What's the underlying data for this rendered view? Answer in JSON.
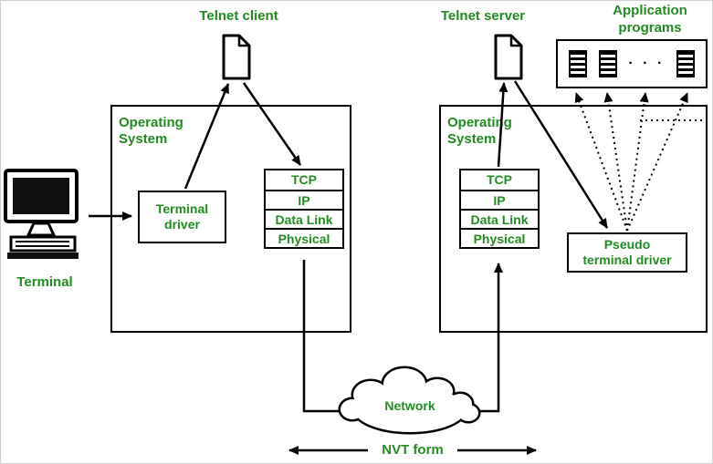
{
  "labels": {
    "telnet_client": "Telnet client",
    "telnet_server": "Telnet server",
    "terminal": "Terminal",
    "network": "Network",
    "nvt_form": "NVT form",
    "application_programs_lines": [
      "Application",
      "programs"
    ],
    "app_ellipsis": "· · ·"
  },
  "client": {
    "os_label_lines": [
      "Operating",
      "System"
    ],
    "terminal_driver_lines": [
      "Terminal",
      "driver"
    ],
    "stack_rows": [
      "TCP",
      "IP",
      "Data Link",
      "Physical"
    ]
  },
  "server": {
    "os_label_lines": [
      "Operating",
      "System"
    ],
    "pseudo_terminal_driver_lines": [
      "Pseudo",
      "terminal driver"
    ],
    "stack_rows": [
      "TCP",
      "IP",
      "Data Link",
      "Physical"
    ]
  },
  "icons": {
    "terminal_monitor": "desktop-monitor-shape",
    "telnet_client_file": "document-page-shape",
    "telnet_server_file": "document-page-shape",
    "application_program": "striped-stack-shape",
    "network_cloud": "cloud-shape"
  },
  "colors": {
    "text_green": "#228B22",
    "line_black": "#000000",
    "background": "#ffffff"
  }
}
